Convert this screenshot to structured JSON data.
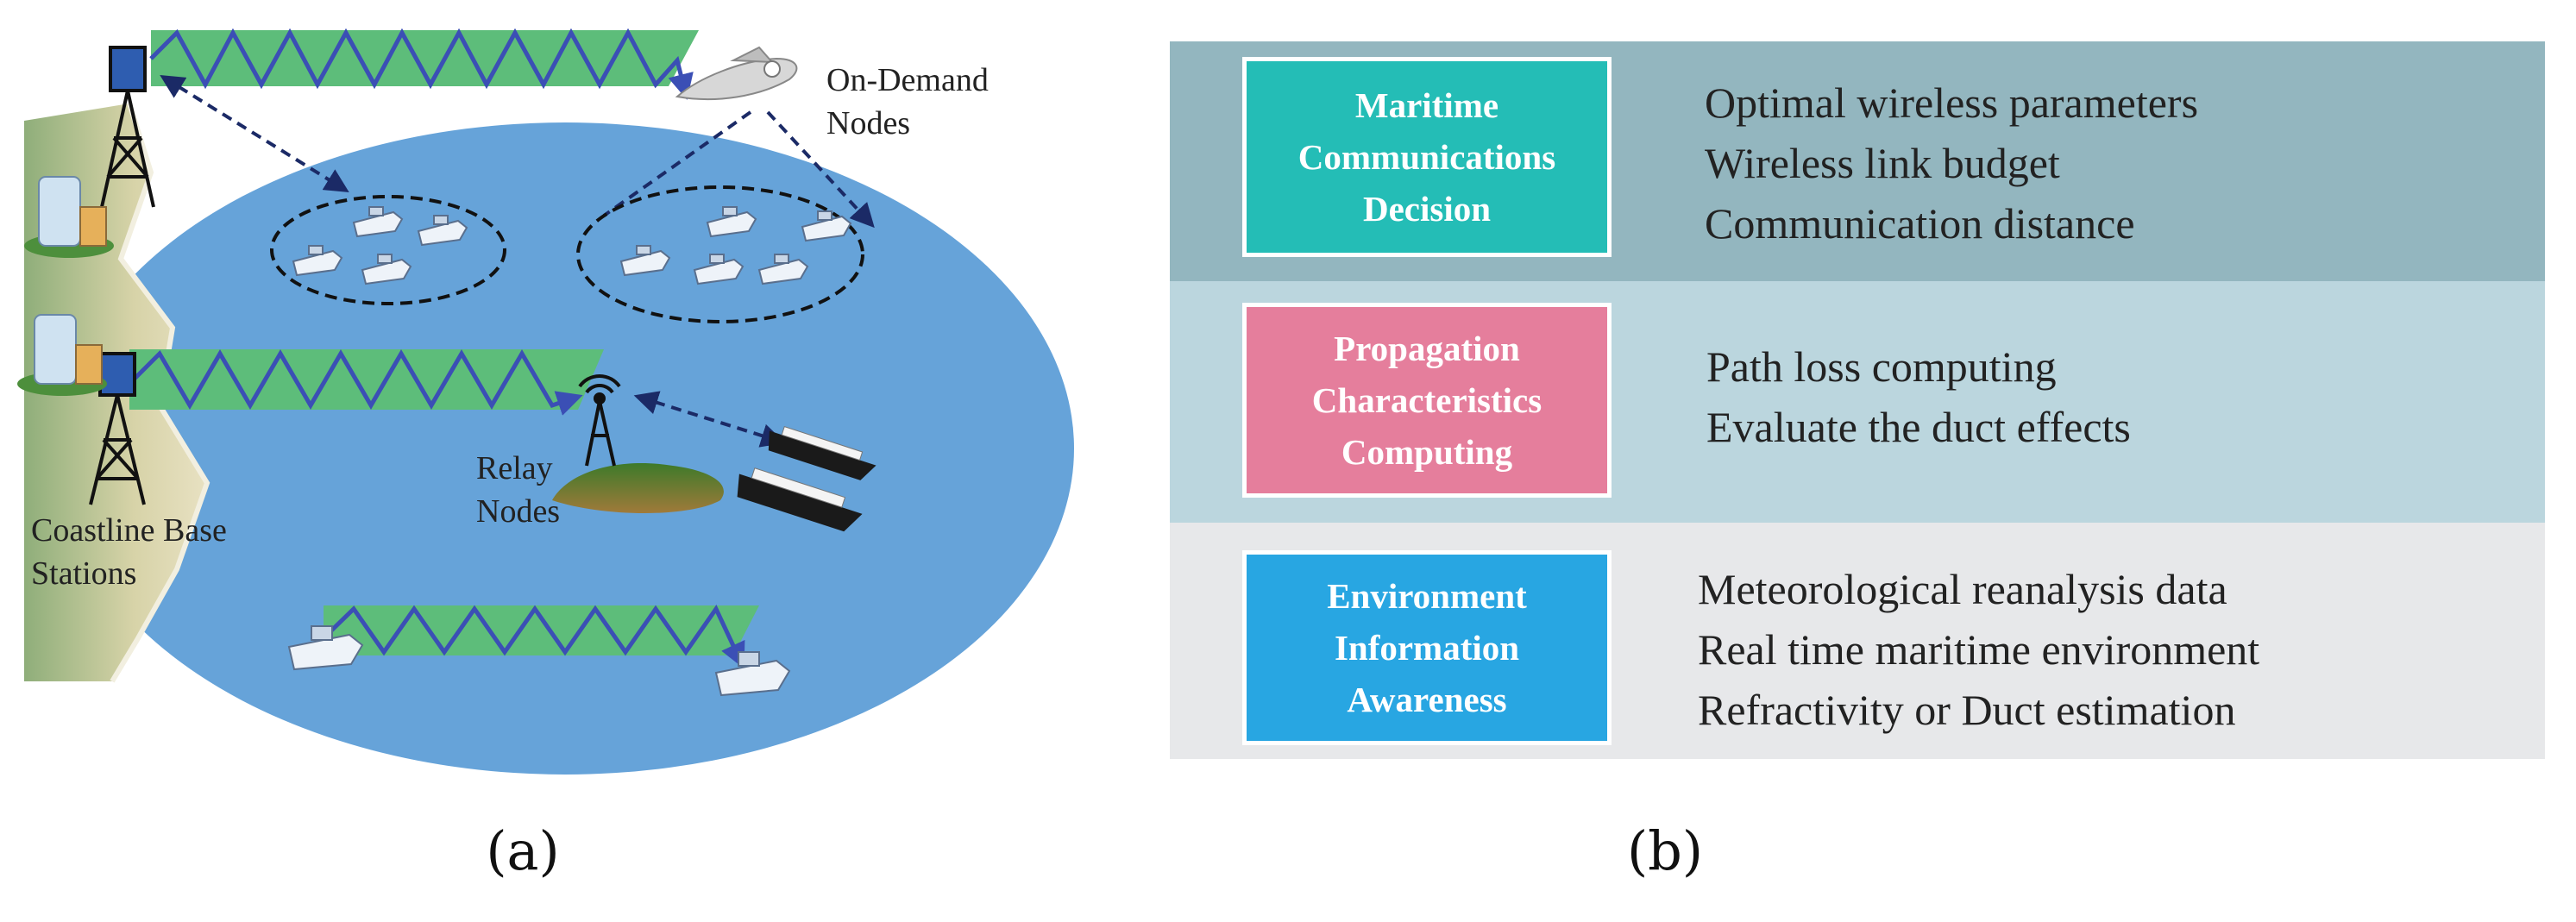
{
  "panel_a": {
    "label": "(a)",
    "labels": {
      "on_demand_line1": "On-Demand",
      "on_demand_line2": "Nodes",
      "relay_line1": "Relay",
      "relay_line2": "Nodes",
      "coast_line1": "Coastline Base",
      "coast_line2": "Stations"
    },
    "colors": {
      "sea": "#66a3d9",
      "beam": "#5dbd7a",
      "zigzag": "#3b4fb5",
      "land": "#c8cfa0"
    },
    "icons": [
      "tower-icon",
      "building-icon",
      "aircraft-icon",
      "ship-icon",
      "island-icon",
      "antenna-icon",
      "cargo-ship-icon"
    ]
  },
  "panel_b": {
    "label": "(b)",
    "layers": [
      {
        "title": "Maritime\nCommunications\nDecision",
        "color": "#24bdb6",
        "band_color": "#93b6bf",
        "items": [
          "Optimal wireless parameters",
          "Wireless link budget",
          "Communication distance"
        ]
      },
      {
        "title": "Propagation\nCharacteristics\nComputing",
        "color": "#e57e9c",
        "band_color": "#bbd6de",
        "items": [
          "Path loss computing",
          "Evaluate the duct effects"
        ]
      },
      {
        "title": "Environment\nInformation\nAwareness",
        "color": "#28a6e2",
        "band_color": "#e7e8ea",
        "items": [
          "Meteorological reanalysis data",
          "Real time maritime environment",
          "Refractivity or Duct estimation"
        ]
      }
    ]
  }
}
